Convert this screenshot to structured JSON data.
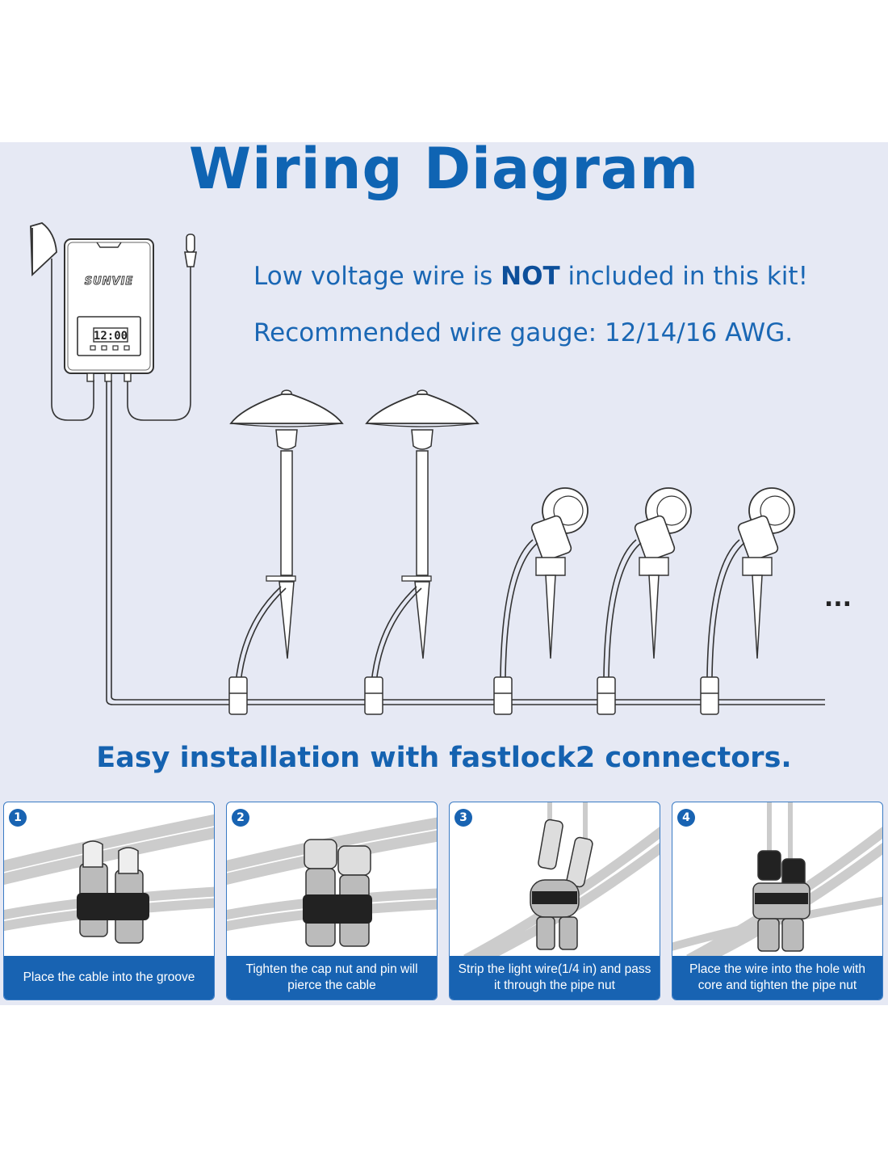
{
  "title": "Wiring Diagram",
  "notes": {
    "line1_pre": "Low voltage wire is ",
    "line1_bold": "NOT",
    "line1_post": " included in this kit!",
    "line2": "Recommended wire gauge: 12/14/16 AWG."
  },
  "transformer": {
    "brand": "SUNVIE",
    "clock": "12:00"
  },
  "ellipsis": "...",
  "subtitle": "Easy installation with fastlock2 connectors.",
  "steps": [
    {
      "number": "1",
      "caption": "Place the cable into the groove"
    },
    {
      "number": "2",
      "caption": "Tighten the cap nut and pin will pierce the cable"
    },
    {
      "number": "3",
      "caption": "Strip the light wire(1/4 in) and pass it through the pipe nut"
    },
    {
      "number": "4",
      "caption": "Place the wire into the hole with core and tighten the pipe nut"
    }
  ],
  "colors": {
    "title_blue": "#0f64b3",
    "panel_bg": "#e6e9f4",
    "caption_blue": "#1863b2"
  }
}
